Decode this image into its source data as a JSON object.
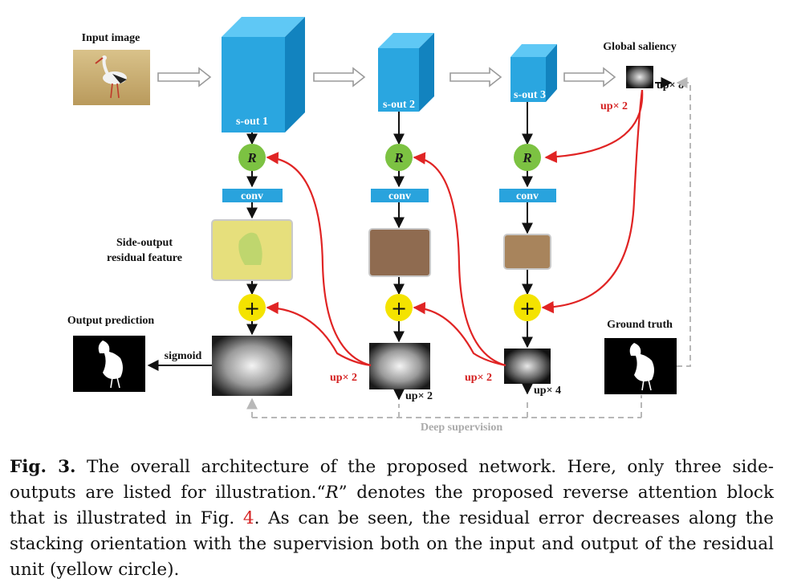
{
  "labels": {
    "input_image": "Input image",
    "global_saliency": "Global saliency",
    "side_output_line1": "Side-output",
    "side_output_line2": "residual feature",
    "output_prediction": "Output prediction",
    "ground_truth": "Ground truth",
    "sigmoid": "sigmoid",
    "deep_supervision": "Deep supervision"
  },
  "blocks": {
    "sout1": "s-out 1",
    "sout2": "s-out 2",
    "sout3": "s-out 3",
    "reverse": "R",
    "conv": "conv",
    "plus": "+"
  },
  "upsample": {
    "up8": "up× 8",
    "up2_top": "up× 2",
    "up2_left": "up× 2",
    "up2_mid": "up× 2",
    "up2_below": "up× 2",
    "up4_below": "up× 4"
  },
  "caption": {
    "fig_label": "Fig. 3.",
    "text_part1": " The overall architecture of the proposed network. Here, only three side-outputs are listed for illustration.“",
    "R_symbol": "R",
    "text_part2": "” denotes the proposed reverse attention block that is illustrated in Fig. ",
    "fig_ref": "4",
    "text_part3": ". As can be seen, the residual error decreases along the stacking orientation with the supervision both on the input and output of the residual unit (yellow circle)."
  },
  "colors": {
    "cube_front": "#2aa6e0",
    "cube_top": "#5fc8f5",
    "cube_side": "#1283bf",
    "r_node": "#7cc242",
    "plus_node": "#f4e300",
    "conv_bar": "#29a3dd",
    "red_arrow": "#e02424",
    "gray_dash": "#b8b8b8"
  }
}
